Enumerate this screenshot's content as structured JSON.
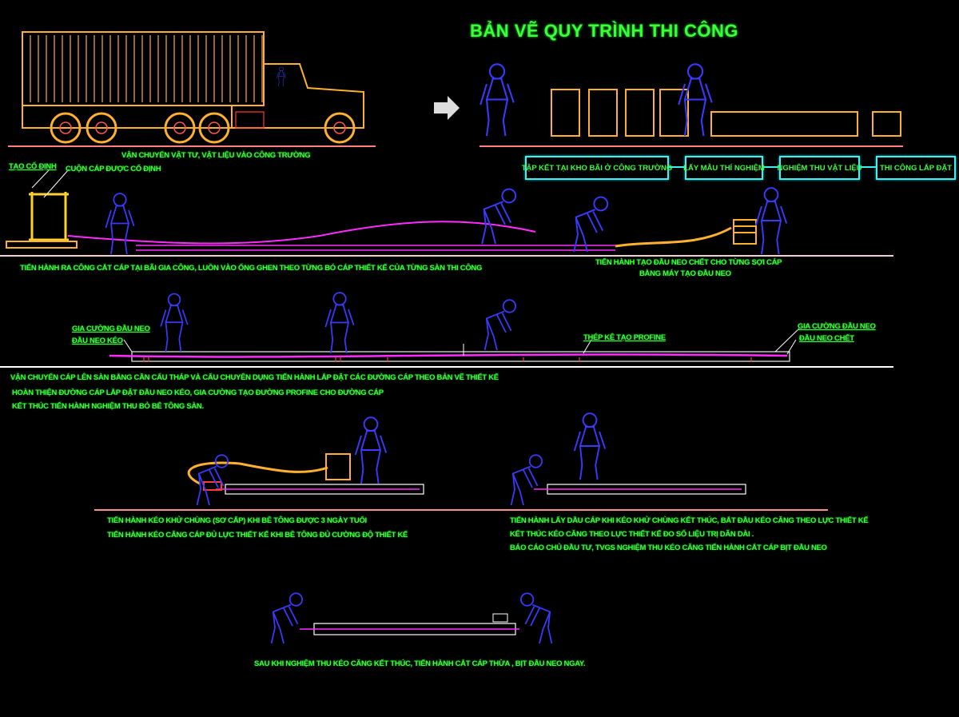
{
  "title": "BẢN VẼ QUY TRÌNH THI CÔNG",
  "step1": {
    "caption": "VẬN CHUYỂN VẬT TƯ, VẬT LIỆU VÀO CÔNG TRƯỜNG",
    "flow": [
      "TẬP KẾT TẠI KHO BÃI Ở CÔNG TRƯỜNG",
      "LẤY MẪU THÍ NGHIỆM",
      "NGHIỆM THU VẬT LIỆU",
      "THI CÔNG LẮP ĐẶT"
    ]
  },
  "step2": {
    "label_frame": "TẠO CỐ ĐỊNH",
    "label_coil": "CUỘN CÁP ĐƯỢC CỐ ĐỊNH",
    "caption_left": "TIẾN HÀNH RA CÔNG CẮT CÁP TẠI BÃI GIA CÔNG, LUỒN VÀO  ỐNG GHEN THEO TỪNG BÓ CÁP THIẾT KẾ CỦA TỪNG SÀN THI CÔNG",
    "caption_right": [
      "TIẾN HÀNH TẠO ĐẦU NEO CHẾT CHO TỪNG SỢI CÁP",
      "BẰNG MÁY TẠO ĐẦU NEO"
    ]
  },
  "step3": {
    "left_labels": [
      "GIA CƯỜNG ĐẦU NEO",
      "ĐẦU NEO KÉO"
    ],
    "mid_label": "THÉP KÊ TẠO PROFINE",
    "right_labels": [
      "GIA CƯỜNG ĐẦU NEO",
      "ĐẦU NEO CHẾT"
    ],
    "caption": [
      "VẬN CHUYỂN CÁP LÊN SÀN BẰNG CẦN CẨU THÁP VÀ CẨU CHUYÊN DỤNG TIẾN HÀNH LẮP ĐẶT CÁC ĐƯỜNG CÁP THEO BẢN VẼ THIẾT KẾ",
      "HOÀN THIỆN ĐƯỜNG CÁP LẮP ĐẶT ĐẦU NEO KÉO, GIA CƯỜNG TẠO ĐƯỜNG PROFINE CHO ĐƯỜNG CÁP",
      "KẾT THÚC TIẾN HÀNH NGHIỆM THU BỎ BÊ TÔNG SÀN."
    ]
  },
  "step4": {
    "caption_left": [
      "TIẾN HÀNH KÉO KHỬ CHÙNG (SƠ CẤP) KHI BÊ TÔNG ĐƯỢC 3 NGÀY TUỔI",
      "TIẾN HÀNH KÉO CĂNG CÁP ĐỦ LỰC THIẾT KẾ KHI BÊ TÔNG ĐỦ CƯỜNG ĐỘ THIẾT KẾ"
    ],
    "caption_right": [
      "TIẾN HÀNH LẤY DẦU CÁP KHI KÉO KHỬ CHÙNG KẾT THÚC, BẮT ĐẦU KÉO CĂNG THEO LỰC THIẾT KẾ",
      "KẾT THÚC KÉO CĂNG THEO LỰC THIẾT KẾ ĐO SỐ LIỆU TRỊ DÃN DÀI .",
      "BÁO CÁO CHỦ ĐẦU TƯ, TVGS NGHIỆM THU KÉO CĂNG TIẾN HÀNH CẮT CÁP BỊT ĐẦU NEO"
    ]
  },
  "step5": {
    "caption": "SAU KHI NGHIỆM THU KÉO CĂNG KẾT THÚC, TIẾN HÀNH CẮT CÁP THỪA , BỊT ĐẦU NEO NGAY."
  },
  "colors": {
    "background": "#000000",
    "text": "#39ff3a",
    "figure": "#3a3aff",
    "cable": "#ff2bff",
    "equipment": "#ffb030",
    "flow_box": "#3ff0ee"
  }
}
